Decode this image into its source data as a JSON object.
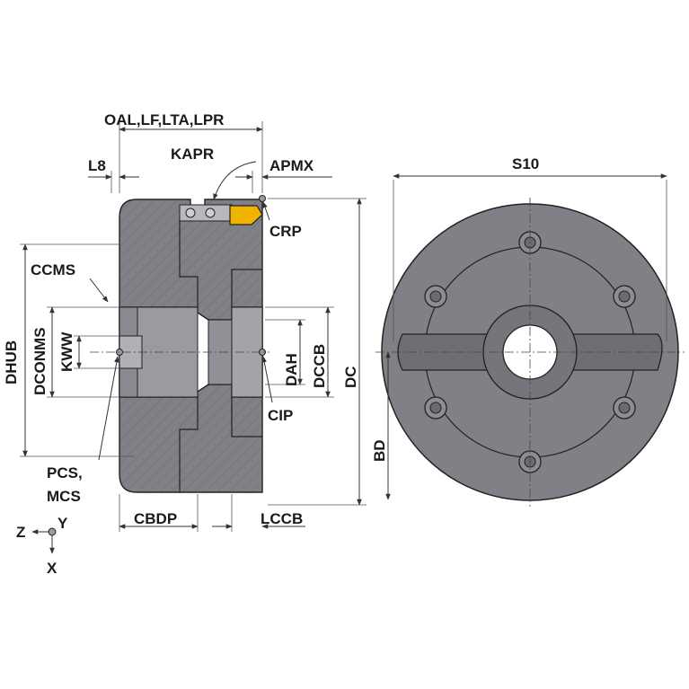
{
  "labels": {
    "oal": "OAL,LF,LTA,LPR",
    "kapr": "KAPR",
    "l8": "L8",
    "apmx": "APMX",
    "crp": "CRP",
    "ccms": "CCMS",
    "dhub": "DHUB",
    "dconms": "DCONMS",
    "kww": "KWW",
    "dah": "DAH",
    "dccb": "DCCB",
    "dc": "DC",
    "cip": "CIP",
    "pcs": "PCS,",
    "mcs": "MCS",
    "cbdp": "CBDP",
    "lccb": "LCCB",
    "s10": "S10",
    "bd": "BD",
    "axis_z": "Z",
    "axis_y": "Y",
    "axis_x": "X"
  },
  "colors": {
    "body": "#808087",
    "body_dark": "#6e6e75",
    "insert": "#f0b400",
    "line": "#222222",
    "bore": "#ffffff"
  }
}
